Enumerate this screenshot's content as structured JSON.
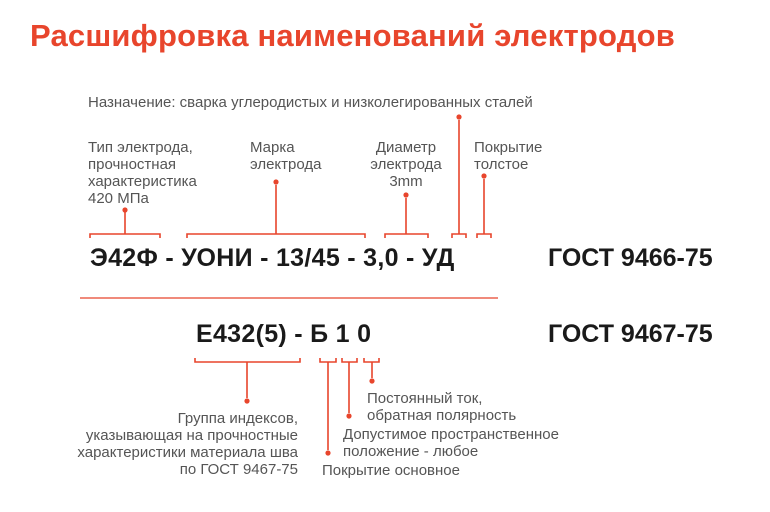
{
  "title": "Расшифровка наименований электродов",
  "top": {
    "purpose": "Назначение: сварка углеродистых и низколегированных сталей",
    "type_label": [
      "Тип электрода,",
      "прочностная",
      "характеристика",
      "420 МПа"
    ],
    "brand_label": [
      "Марка",
      "электрода"
    ],
    "diameter_label": [
      "Диаметр",
      "электрода",
      "3mm"
    ],
    "coating_label": [
      "Покрытие",
      "толстое"
    ],
    "code": "Э42Ф - УОНИ - 13/45 - 3,0 - УД",
    "gost": "ГОСТ 9466-75"
  },
  "bottom": {
    "code": "Е432(5) - Б 1 0",
    "gost": "ГОСТ 9467-75",
    "index_group_label": [
      "Группа индексов,",
      "указывающая на прочностные",
      "характеристики материала шва",
      "по ГОСТ 9467-75"
    ],
    "current_label": [
      "Постоянный ток,",
      "обратная полярность"
    ],
    "position_label": [
      "Допустимое пространственное",
      "положение - любое"
    ],
    "coating_label": "Покрытие основное"
  },
  "colors": {
    "accent": "#e8452c",
    "text": "#555555",
    "code": "#1a1a1a"
  }
}
